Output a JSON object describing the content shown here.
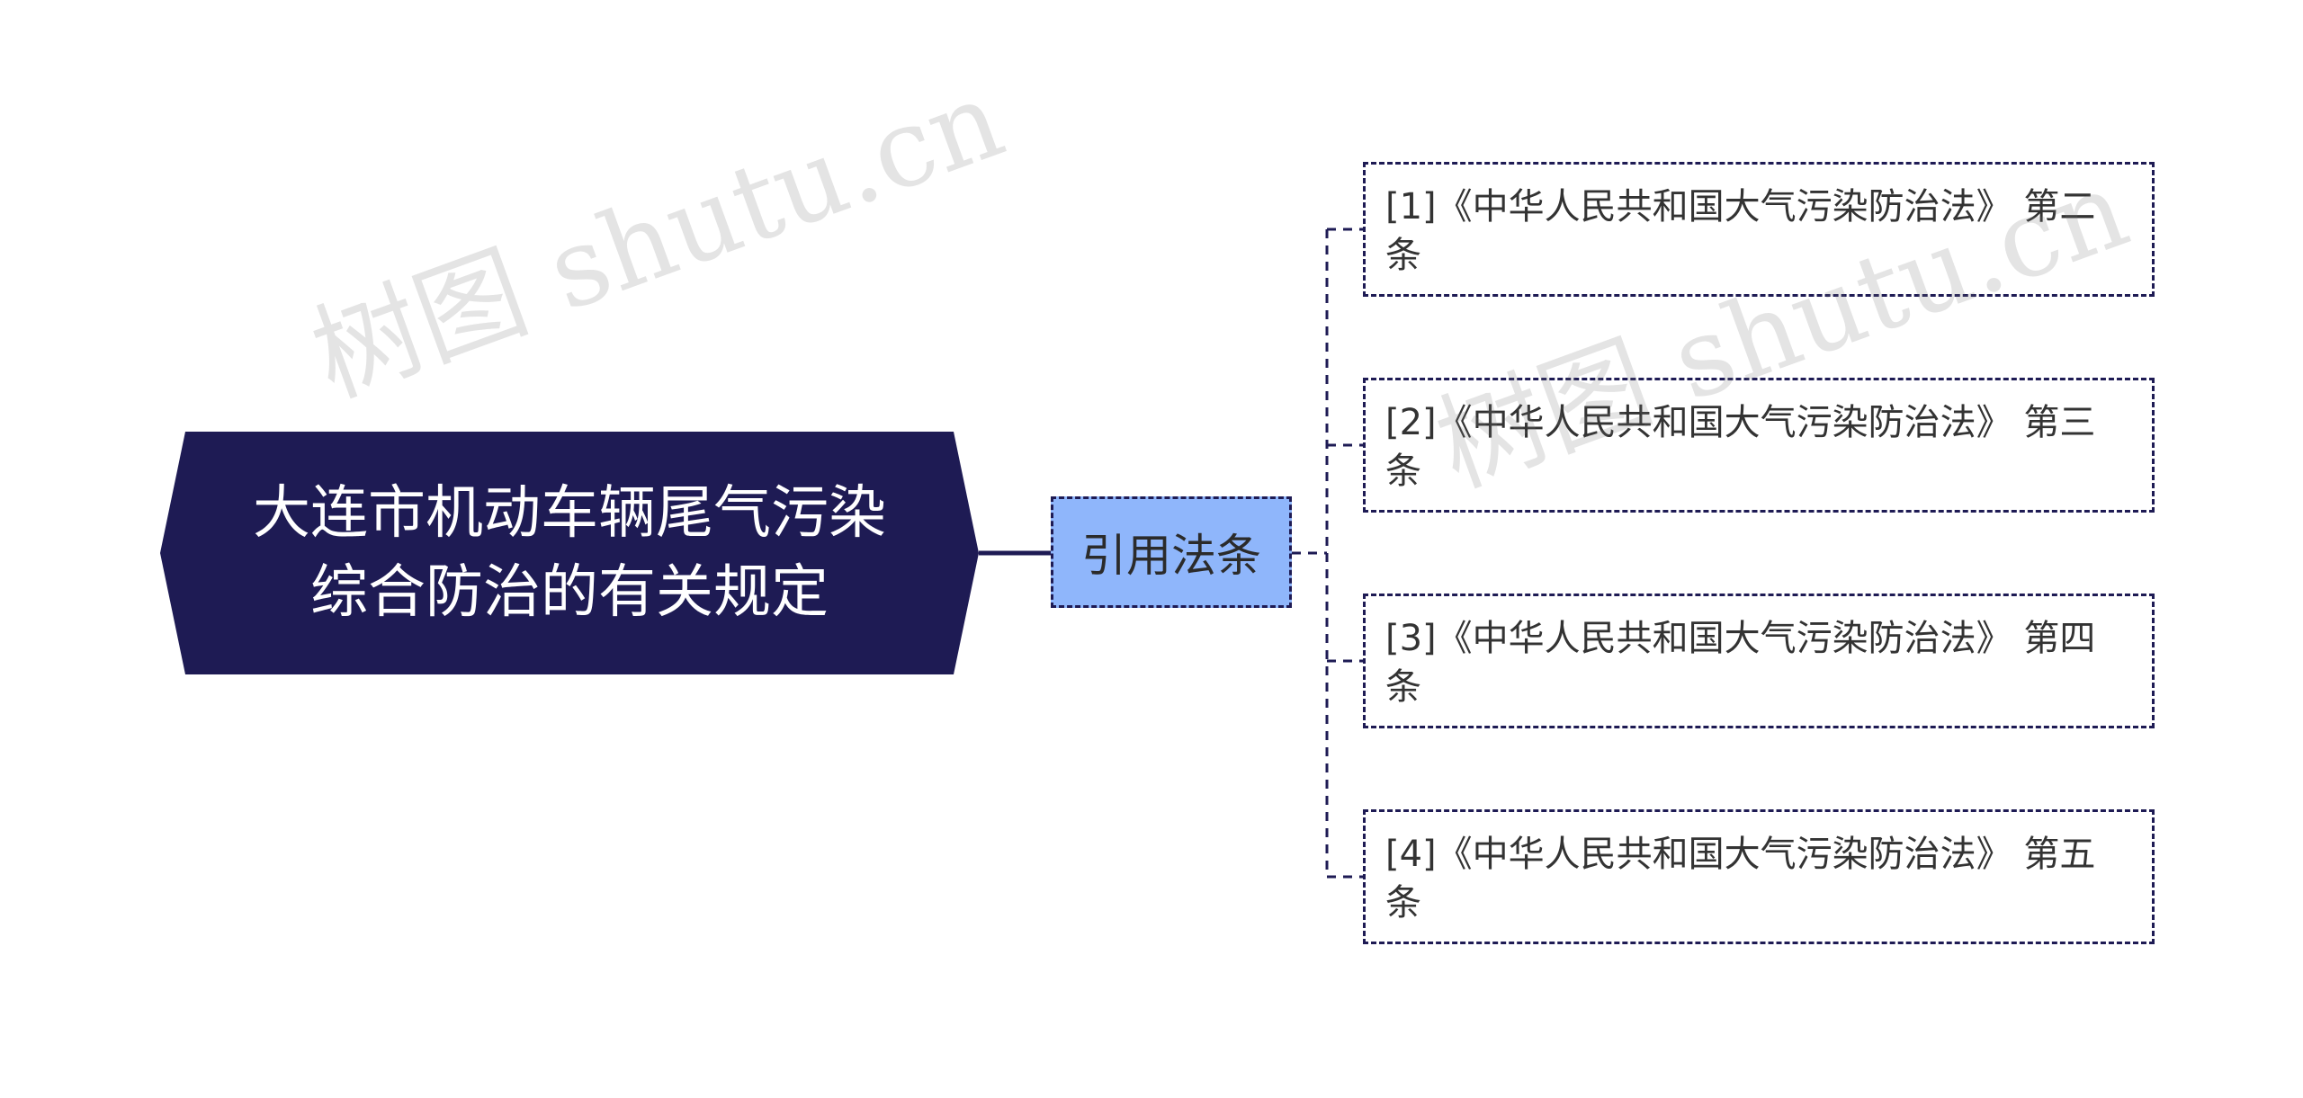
{
  "root": {
    "line1": "大连市机动车辆尾气污染",
    "line2": "综合防治的有关规定",
    "fill_color": "#1e1b54"
  },
  "branch": {
    "label": "引用法条",
    "fill_color": "#8fb6fb"
  },
  "leaves": [
    {
      "line1": "[1]《中华人民共和国大气污染防治法》 第二",
      "line2": "条"
    },
    {
      "line1": "[2]《中华人民共和国大气污染防治法》 第三",
      "line2": "条"
    },
    {
      "line1": "[3]《中华人民共和国大气污染防治法》 第四",
      "line2": "条"
    },
    {
      "line1": "[4]《中华人民共和国大气污染防治法》 第五",
      "line2": "条"
    }
  ],
  "watermarks": [
    "树图 shutu.cn",
    "树图 shutu.cn"
  ],
  "connector_color": "#1e1b54"
}
